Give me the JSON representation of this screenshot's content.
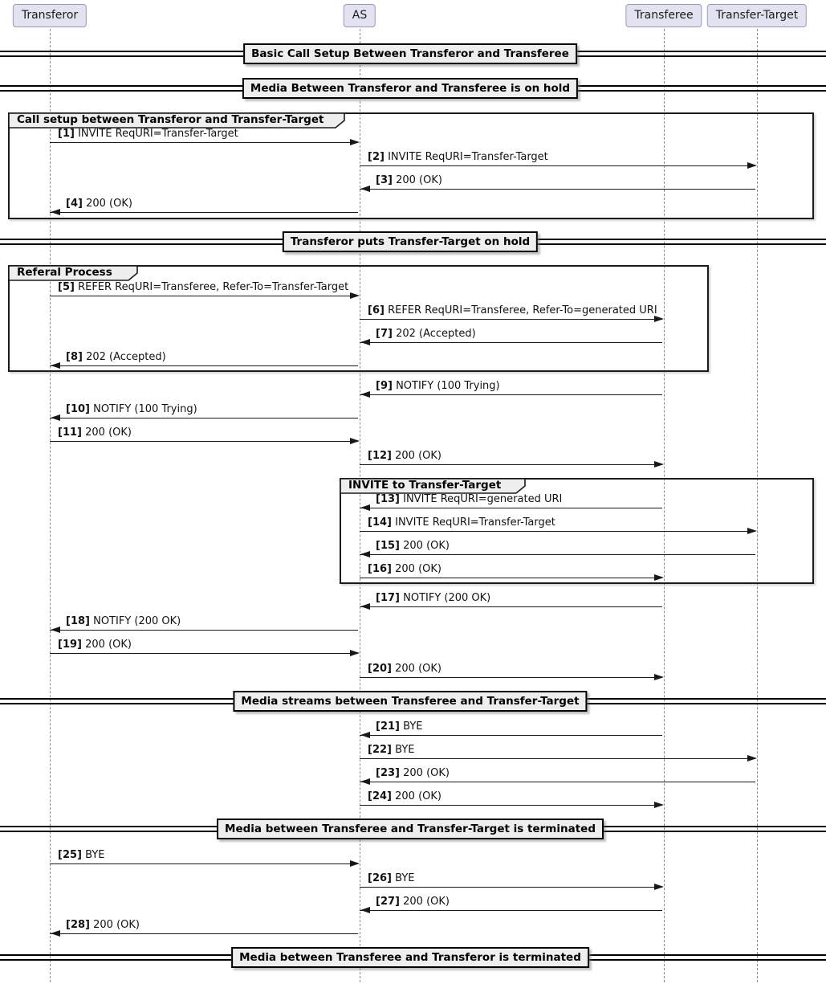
{
  "diagram": {
    "type": "uml-sequence-diagram",
    "participants": [
      {
        "name": "Transferor"
      },
      {
        "name": "AS"
      },
      {
        "name": "Transferee"
      },
      {
        "name": "Transfer-Target"
      }
    ],
    "dividers": [
      {
        "label": "Basic Call Setup Between Transferor and Transferee"
      },
      {
        "label": "Media Between Transferor and Transferee is on hold"
      },
      {
        "label": "Transferor puts Transfer-Target on hold"
      },
      {
        "label": "Media streams between Transferee and Transfer-Target"
      },
      {
        "label": "Media between Transferee and Transfer-Target is terminated"
      },
      {
        "label": "Media between Transferee and Transferor is terminated"
      }
    ],
    "groups": [
      {
        "label": "Call setup between Transferor and Transfer-Target"
      },
      {
        "label": "Referal Process"
      },
      {
        "label": "INVITE to Transfer-Target"
      }
    ],
    "messages": [
      {
        "seq": "[1]",
        "text": "INVITE ReqURI=Transfer-Target",
        "from": "Transferor",
        "to": "AS"
      },
      {
        "seq": "[2]",
        "text": "INVITE ReqURI=Transfer-Target",
        "from": "AS",
        "to": "Transfer-Target"
      },
      {
        "seq": "[3]",
        "text": "200 (OK)",
        "from": "Transfer-Target",
        "to": "AS"
      },
      {
        "seq": "[4]",
        "text": "200 (OK)",
        "from": "AS",
        "to": "Transferor"
      },
      {
        "seq": "[5]",
        "text": "REFER ReqURI=Transferee, Refer-To=Transfer-Target",
        "from": "Transferor",
        "to": "AS"
      },
      {
        "seq": "[6]",
        "text": "REFER ReqURI=Transferee, Refer-To=generated URI",
        "from": "AS",
        "to": "Transferee"
      },
      {
        "seq": "[7]",
        "text": "202 (Accepted)",
        "from": "Transferee",
        "to": "AS"
      },
      {
        "seq": "[8]",
        "text": "202 (Accepted)",
        "from": "AS",
        "to": "Transferor"
      },
      {
        "seq": "[9]",
        "text": "NOTIFY (100 Trying)",
        "from": "Transferee",
        "to": "AS"
      },
      {
        "seq": "[10]",
        "text": "NOTIFY (100 Trying)",
        "from": "AS",
        "to": "Transferor"
      },
      {
        "seq": "[11]",
        "text": "200 (OK)",
        "from": "Transferor",
        "to": "AS"
      },
      {
        "seq": "[12]",
        "text": "200 (OK)",
        "from": "AS",
        "to": "Transferee"
      },
      {
        "seq": "[13]",
        "text": "INVITE ReqURI=generated URI",
        "from": "Transferee",
        "to": "AS"
      },
      {
        "seq": "[14]",
        "text": "INVITE ReqURI=Transfer-Target",
        "from": "AS",
        "to": "Transfer-Target"
      },
      {
        "seq": "[15]",
        "text": "200 (OK)",
        "from": "Transfer-Target",
        "to": "AS"
      },
      {
        "seq": "[16]",
        "text": "200 (OK)",
        "from": "AS",
        "to": "Transferee"
      },
      {
        "seq": "[17]",
        "text": "NOTIFY (200 OK)",
        "from": "Transferee",
        "to": "AS"
      },
      {
        "seq": "[18]",
        "text": "NOTIFY (200 OK)",
        "from": "AS",
        "to": "Transferor"
      },
      {
        "seq": "[19]",
        "text": "200 (OK)",
        "from": "Transferor",
        "to": "AS"
      },
      {
        "seq": "[20]",
        "text": "200 (OK)",
        "from": "AS",
        "to": "Transferee"
      },
      {
        "seq": "[21]",
        "text": "BYE",
        "from": "Transferee",
        "to": "AS"
      },
      {
        "seq": "[22]",
        "text": "BYE",
        "from": "AS",
        "to": "Transfer-Target"
      },
      {
        "seq": "[23]",
        "text": "200 (OK)",
        "from": "Transfer-Target",
        "to": "AS"
      },
      {
        "seq": "[24]",
        "text": "200 (OK)",
        "from": "AS",
        "to": "Transferee"
      },
      {
        "seq": "[25]",
        "text": "BYE",
        "from": "Transferor",
        "to": "AS"
      },
      {
        "seq": "[26]",
        "text": "BYE",
        "from": "AS",
        "to": "Transferee"
      },
      {
        "seq": "[27]",
        "text": "200 (OK)",
        "from": "Transferee",
        "to": "AS"
      },
      {
        "seq": "[28]",
        "text": "200 (OK)",
        "from": "AS",
        "to": "Transferor"
      }
    ],
    "colors": {
      "participant_fill": "#E2E2F0",
      "participant_border": "#9A99B5",
      "divider_fill": "#EEEEEE",
      "group_tab_fill": "#EEEEEE",
      "line": "#181818",
      "lifeline": "#8A8A8A",
      "background": "#FFFFFF"
    }
  }
}
